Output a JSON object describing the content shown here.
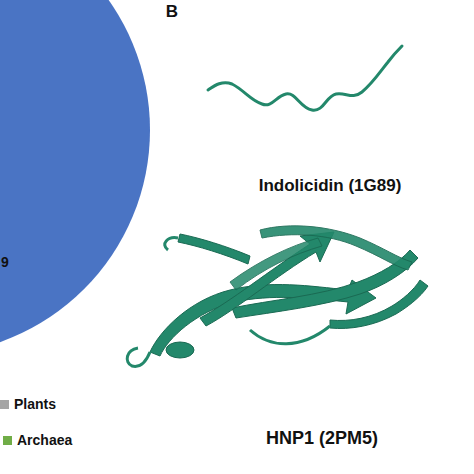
{
  "diagram": {
    "nodes": [
      {
        "text": [
          "9"
        ]
      }
    ],
    "labels": [
      "B",
      "Indolicidin (1G89)",
      "HNP1 (2PM5)"
    ],
    "legend": [
      {
        "text": "Plants",
        "color": "#a5a5a5"
      },
      {
        "text": "Archaea",
        "color": "#70ad47"
      }
    ]
  }
}
